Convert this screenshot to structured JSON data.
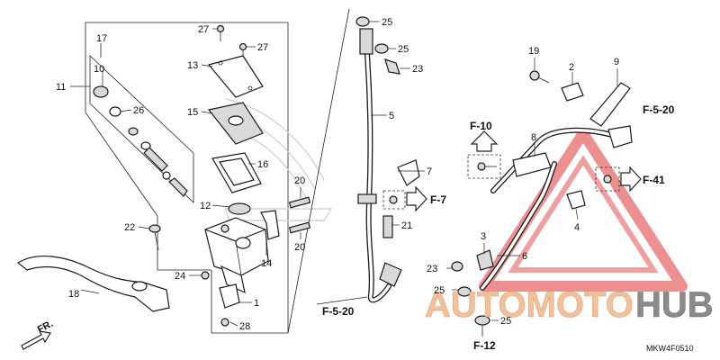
{
  "callouts": [
    "25",
    "25",
    "23",
    "5",
    "27",
    "27",
    "13",
    "15",
    "16",
    "17",
    "10",
    "11",
    "26",
    "12",
    "22",
    "24",
    "14",
    "20",
    "20",
    "21",
    "1",
    "28",
    "18",
    "19",
    "2",
    "9",
    "8",
    "4",
    "7",
    "3",
    "6",
    "23",
    "25",
    "25"
  ],
  "refs": [
    "F-10",
    "F-5-20",
    "F-7",
    "F-41",
    "F-5-20",
    "F-12"
  ],
  "direction_label": "FR.",
  "watermark": {
    "part1": "AUTOMOTO",
    "part2": "HUB",
    "color1": "#f2c19a",
    "color2": "#8a8a8a",
    "triangle_color": "#e86a6a"
  },
  "drawing_code": "MKW4F0510"
}
